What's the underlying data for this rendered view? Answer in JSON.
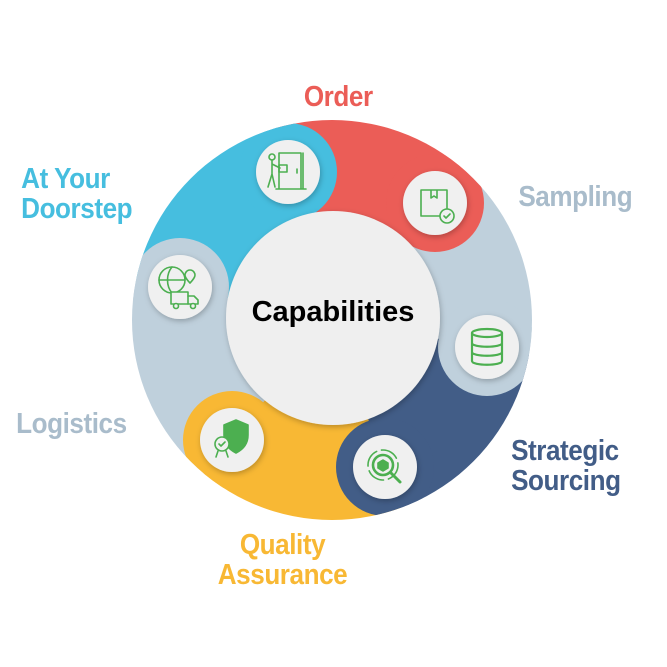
{
  "title": "Capabilities",
  "colors": {
    "order": "#eb5d57",
    "sampling": "#bfd0dc",
    "strategic": "#425d87",
    "quality": "#f8b834",
    "logistics": "#bfd0dc",
    "doorstep": "#46bedf",
    "icon": "#4caf50"
  },
  "segments": [
    {
      "id": "order",
      "label": "Order",
      "icon": "box-check-icon"
    },
    {
      "id": "sampling",
      "label": "Sampling",
      "icon": "database-icon"
    },
    {
      "id": "strategic",
      "label_line1": "Strategic",
      "label_line2": "Sourcing",
      "icon": "magnify-cube-icon"
    },
    {
      "id": "quality",
      "label_line1": "Quality",
      "label_line2": "Assurance",
      "icon": "shield-badge-icon"
    },
    {
      "id": "logistics",
      "label": "Logistics",
      "icon": "globe-truck-icon"
    },
    {
      "id": "doorstep",
      "label_line1": "At Your",
      "label_line2": "Doorstep",
      "icon": "door-delivery-icon"
    }
  ]
}
